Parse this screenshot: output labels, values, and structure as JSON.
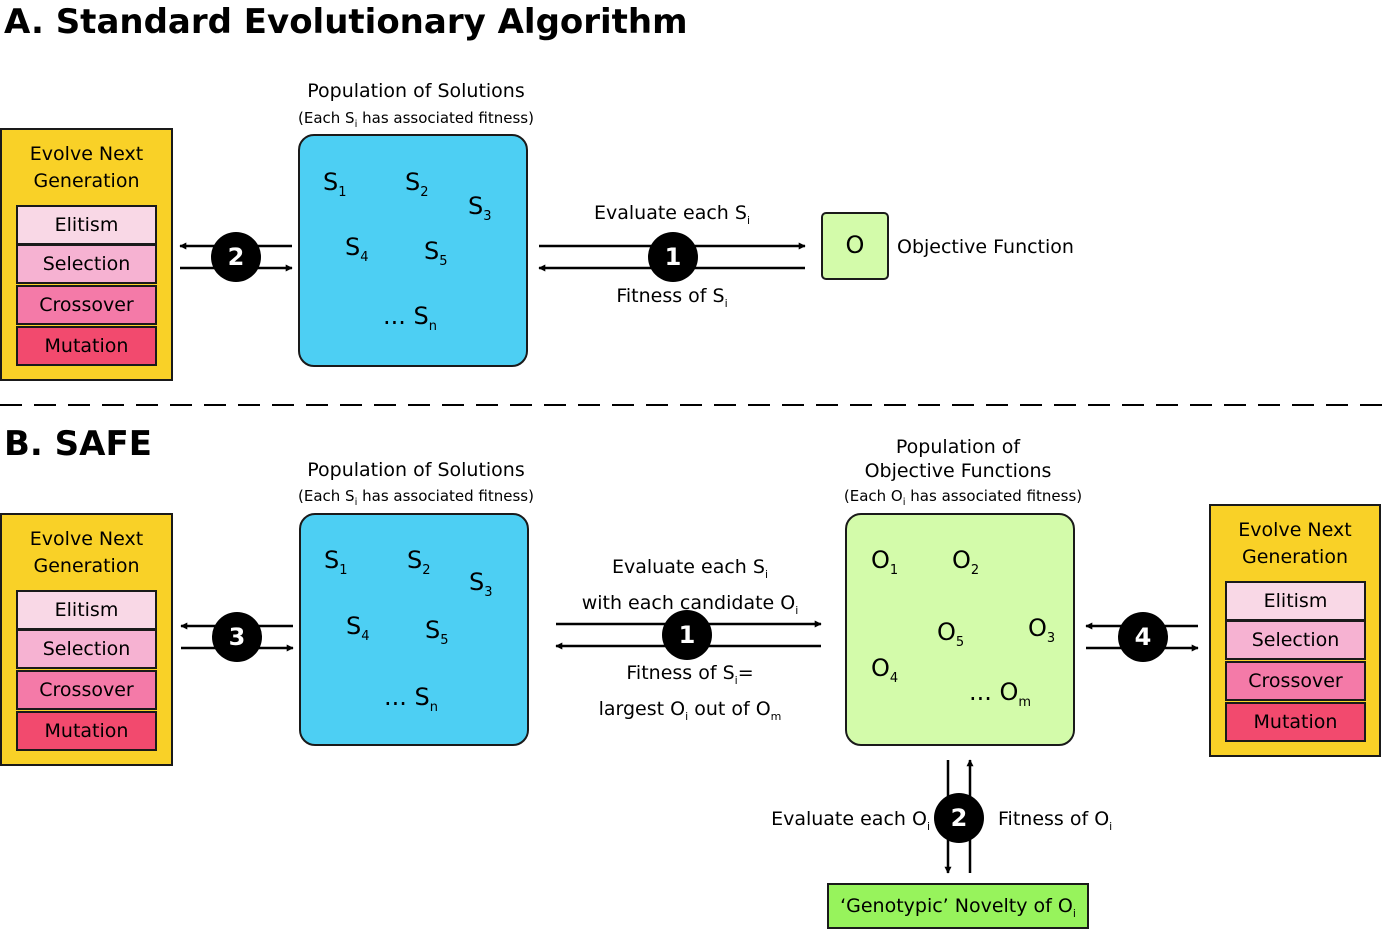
{
  "section_a": {
    "title": "A. Standard Evolutionary Algorithm",
    "evolve": {
      "head_line1": "Evolve Next",
      "head_line2": "Generation",
      "ops": [
        "Elitism",
        "Selection",
        "Crossover",
        "Mutation"
      ]
    },
    "population": {
      "title": "Population of Solutions",
      "sub_pre": "(Each S",
      "sub_idx": "i",
      "sub_post": " has associated fitness)",
      "items": [
        {
          "base": "S",
          "idx": "1"
        },
        {
          "base": "S",
          "idx": "2"
        },
        {
          "base": "S",
          "idx": "3"
        },
        {
          "base": "S",
          "idx": "4"
        },
        {
          "base": "S",
          "idx": "5"
        },
        {
          "base": "... S",
          "idx": "n"
        }
      ]
    },
    "arrow_labels": {
      "evaluate_pre": "Evaluate each S",
      "evaluate_idx": "i",
      "fitness_pre": "Fitness of  S",
      "fitness_idx": "i"
    },
    "steps": [
      "2",
      "1"
    ],
    "objective": {
      "box": "O",
      "label": "Objective Function"
    }
  },
  "section_b": {
    "title": "B. SAFE",
    "evolve_left": {
      "head_line1": "Evolve Next",
      "head_line2": "Generation",
      "ops": [
        "Elitism",
        "Selection",
        "Crossover",
        "Mutation"
      ]
    },
    "population": {
      "title": "Population of Solutions",
      "sub_pre": "(Each S",
      "sub_idx": "i",
      "sub_post": " has associated fitness)",
      "items": [
        {
          "base": "S",
          "idx": "1"
        },
        {
          "base": "S",
          "idx": "2"
        },
        {
          "base": "S",
          "idx": "3"
        },
        {
          "base": "S",
          "idx": "4"
        },
        {
          "base": "S",
          "idx": "5"
        },
        {
          "base": "... S",
          "idx": "n"
        }
      ]
    },
    "middle_labels": {
      "eval_line1_pre": "Evaluate each S",
      "eval_line1_idx": "i",
      "eval_line2_pre": "with each candidate O",
      "eval_line2_idx": "i",
      "fit_line1_pre": "Fitness of  S",
      "fit_line1_idx": "i",
      "fit_line1_post": "=",
      "fit_line2_pre": "largest O",
      "fit_line2_idx": "i",
      "fit_line2_mid": " out of O",
      "fit_line2_idx2": "m"
    },
    "obj_population": {
      "title_line1": "Population of",
      "title_line2": "Objective Functions",
      "sub_pre": "(Each O",
      "sub_idx": "i",
      "sub_post": " has associated fitness)",
      "items": [
        {
          "base": "O",
          "idx": "1"
        },
        {
          "base": "O",
          "idx": "2"
        },
        {
          "base": "O",
          "idx": "3"
        },
        {
          "base": "O",
          "idx": "4"
        },
        {
          "base": "O",
          "idx": "5"
        },
        {
          "base": "... O",
          "idx": "m"
        }
      ]
    },
    "evolve_right": {
      "head_line1": "Evolve Next",
      "head_line2": "Generation",
      "ops": [
        "Elitism",
        "Selection",
        "Crossover",
        "Mutation"
      ]
    },
    "steps": [
      "3",
      "1",
      "4",
      "2"
    ],
    "bottom_labels": {
      "evaluate_pre": "Evaluate each O",
      "evaluate_idx": "i",
      "fitness_pre": "Fitness of  O",
      "fitness_idx": "i"
    },
    "novelty": {
      "pre": "‘Genotypic’ Novelty of O",
      "idx": "i"
    }
  }
}
